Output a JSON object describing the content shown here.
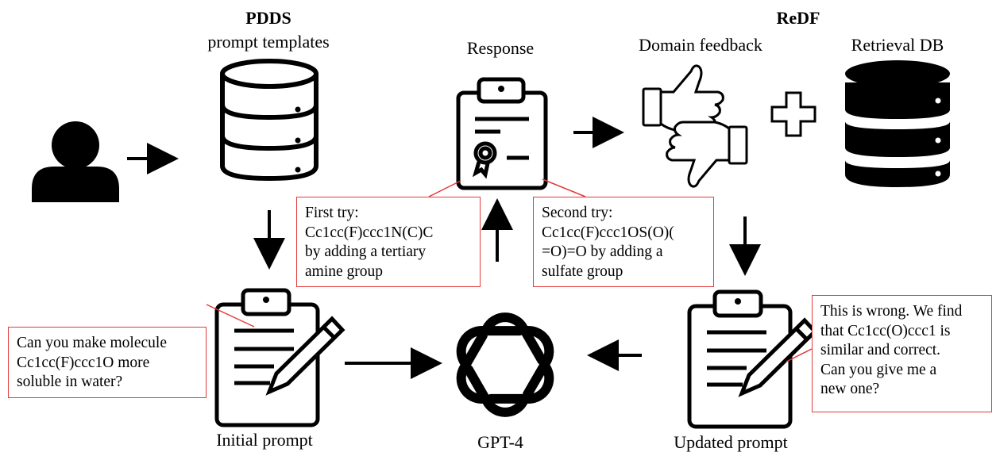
{
  "pdds": {
    "title": "PDDS",
    "subtitle": "prompt templates"
  },
  "redf": {
    "title": "ReDF"
  },
  "labels": {
    "response": "Response",
    "domain_feedback": "Domain feedback",
    "retrieval_db": "Retrieval DB",
    "initial_prompt": "Initial prompt",
    "gpt4": "GPT-4",
    "updated_prompt": "Updated prompt"
  },
  "callouts": {
    "user_query": [
      "Can you make molecule",
      "Cc1cc(F)ccc1O more",
      "soluble in water?"
    ],
    "first_try": [
      "First try:",
      "Cc1cc(F)ccc1N(C)C",
      "by adding a tertiary",
      "amine group"
    ],
    "second_try": [
      "Second try:",
      "Cc1cc(F)ccc1OS(O)(",
      "=O)=O by adding a",
      "sulfate group"
    ],
    "feedback": [
      "This is wrong. We find",
      "that Cc1cc(O)ccc1 is",
      "similar and  correct.",
      "Can you give me a",
      "new one?"
    ]
  },
  "colors": {
    "callout_border": "#e23b3b",
    "icon": "#000000"
  }
}
